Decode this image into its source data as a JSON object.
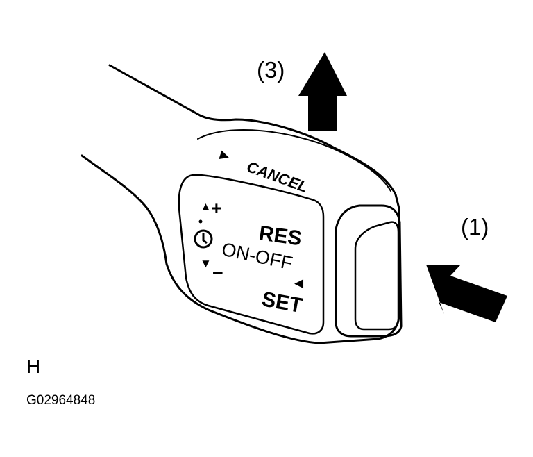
{
  "callouts": {
    "arrow_1": "(1)",
    "arrow_3": "(3)"
  },
  "lever_face": {
    "cancel": "CANCEL",
    "plus": "+",
    "minus": "−",
    "res": "RES",
    "on_off": "ON-OFF",
    "set": "SET",
    "triangle_up": "▲",
    "triangle_down": "▼",
    "triangle_left": "◀",
    "triangle_right": "▶"
  },
  "footer": {
    "letter": "H",
    "figure_code": "G02964848"
  }
}
